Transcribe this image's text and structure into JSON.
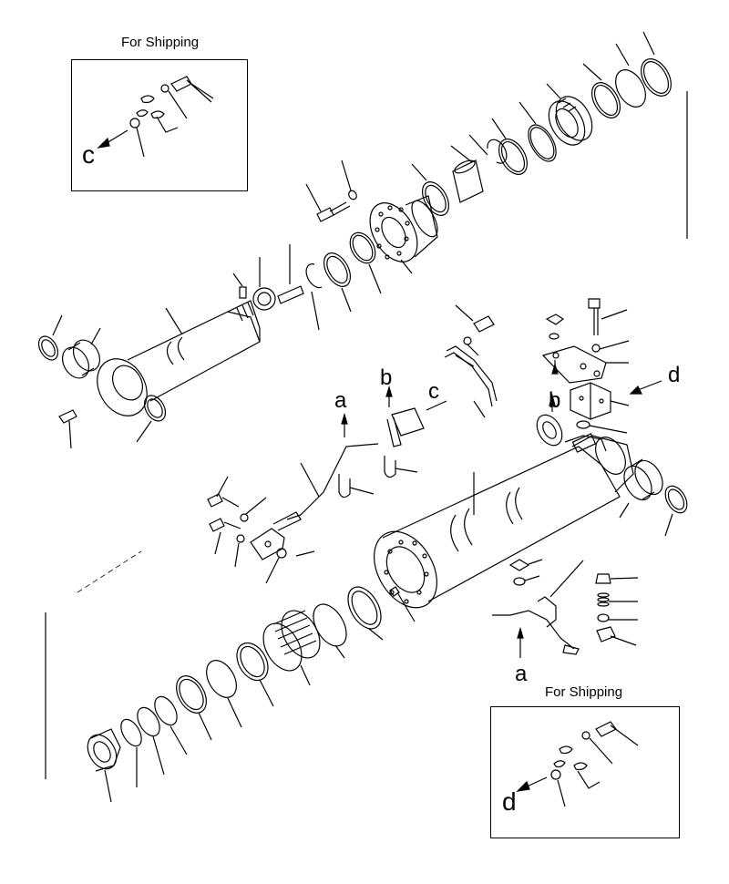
{
  "shipping_top": {
    "label": "For Shipping",
    "ref": "c"
  },
  "shipping_bottom": {
    "label": "For Shipping",
    "ref": "d"
  },
  "refs": {
    "a_upper": "a",
    "b_upper": "b",
    "c_upper": "c",
    "b_right": "b",
    "d_right": "d",
    "a_lower": "a"
  }
}
